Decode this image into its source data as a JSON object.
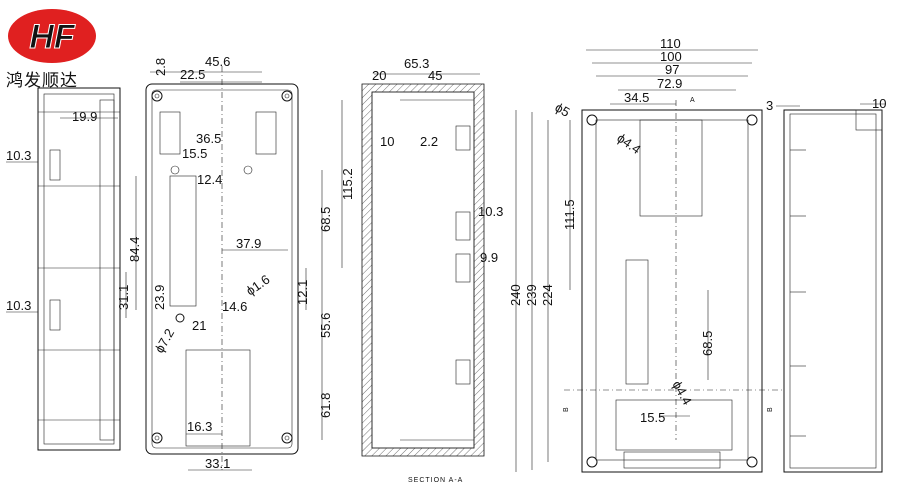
{
  "brand": {
    "logo_text": "HF",
    "name": "鸿发顺达",
    "logo_color": "#e02020"
  },
  "view1": {
    "d_19_9": "19.9",
    "d_10_3a": "10.3",
    "d_10_3b": "10.3"
  },
  "view2": {
    "d_45_6": "45.6",
    "d_22_5": "22.5",
    "d_2_8": "2.8",
    "d_36_5": "36.5",
    "d_15_5": "15.5",
    "d_12_4": "12.4",
    "d_115_2": "115.2",
    "d_68_5": "68.5",
    "d_84_4": "84.4",
    "d_37_9": "37.9",
    "d_23_9": "23.9",
    "d_31_1": "31.1",
    "d_phi1_6": "ϕ1.6",
    "d_14_6": "14.6",
    "d_12_1": "12.1",
    "d_55_6": "55.6",
    "d_21": "21",
    "d_phi7_2": "ϕ7.2",
    "d_61_8": "61.8",
    "d_16_3": "16.3",
    "d_33_1": "33.1"
  },
  "view3": {
    "d_65_3": "65.3",
    "d_20": "20",
    "d_45": "45",
    "d_10": "10",
    "d_2_2": "2.2",
    "d_10_3": "10.3",
    "d_9_9": "9.9",
    "section": "SECTION A-A"
  },
  "view4": {
    "d_110": "110",
    "d_100": "100",
    "d_97": "97",
    "d_72_9": "72.9",
    "d_phi5": "ϕ5",
    "d_34_5": "34.5",
    "d_phi4_4a": "ϕ4.4",
    "d_111_5": "111.5",
    "d_240": "240",
    "d_239": "239",
    "d_224": "224",
    "d_68_5": "68.5",
    "d_phi4_4b": "ϕ4.4",
    "d_15_5": "15.5",
    "label_a": "A",
    "label_b": "B"
  },
  "view5": {
    "d_3": "3",
    "d_10": "10"
  }
}
